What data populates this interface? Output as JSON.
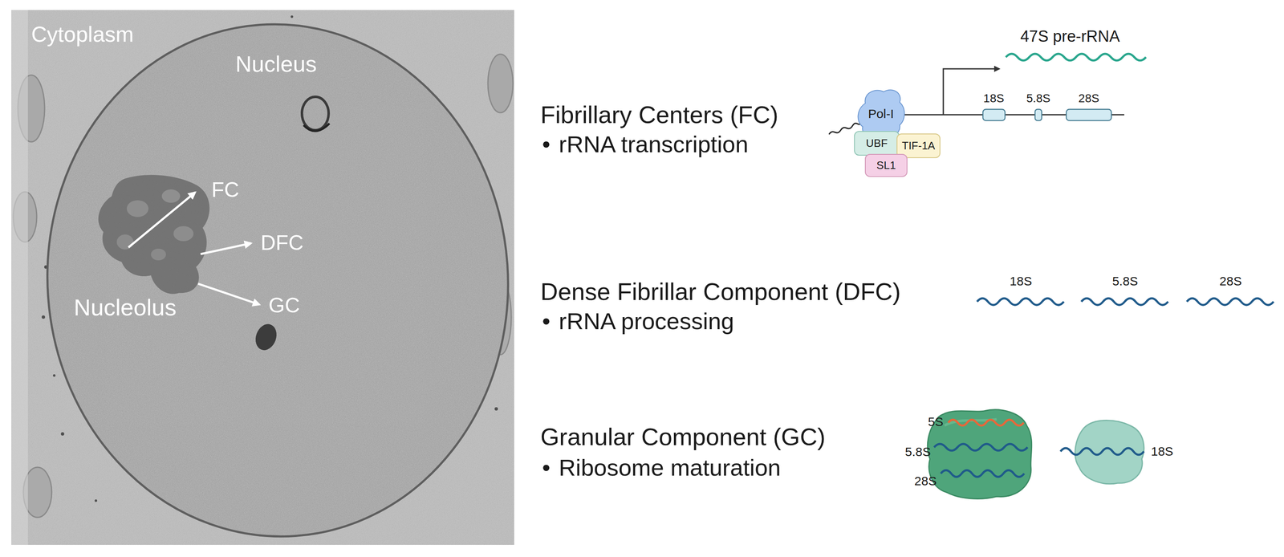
{
  "diagram": {
    "nodes": [
      {
        "text": [
          "Pol-I"
        ]
      },
      {
        "text": [
          "UBF"
        ]
      },
      {
        "text": [
          "TIF-1A"
        ]
      },
      {
        "text": [
          "SL1"
        ]
      }
    ],
    "labels": [
      "Cytoplasm",
      "Nucleus",
      "FC",
      "DFC",
      "Nucleolus",
      "GC",
      "47S pre-rRNA",
      "Fibrillary Centers (FC)",
      "•",
      "rRNA transcription",
      "18S",
      "5.8S",
      "28S",
      "Dense Fibrillar Component (DFC)",
      "•",
      "rRNA processing",
      "18S",
      "5.8S",
      "28S",
      "Granular Component (GC)",
      "•",
      "Ribosome maturation",
      "5S",
      "5.8S",
      "28S",
      "18S"
    ]
  }
}
